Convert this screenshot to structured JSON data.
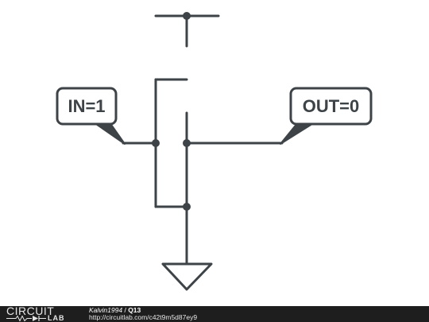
{
  "diagram": {
    "in_label": "IN=1",
    "out_label": "OUT=0"
  },
  "footer": {
    "logo_top": "CIRCUIT",
    "logo_bottom": "LAB",
    "author": "Kalvin1994",
    "separator": "/",
    "title": "Q13",
    "url": "http://circuitlab.com/c42t9m5d87ey9"
  },
  "colors": {
    "wire": "#3d4347",
    "background": "#ffffff",
    "footer_bg": "#1e1e1e",
    "footer_text": "#ffffff"
  }
}
